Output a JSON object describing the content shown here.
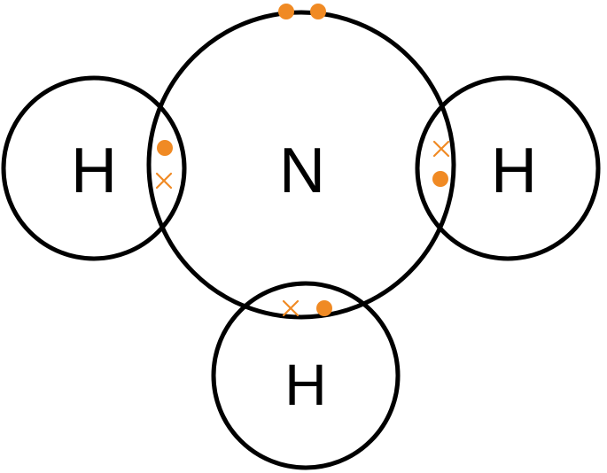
{
  "atoms": {
    "nitrogen": {
      "label": "N"
    },
    "hydrogen_left": {
      "label": "H"
    },
    "hydrogen_right": {
      "label": "H"
    },
    "hydrogen_bottom": {
      "label": "H"
    }
  },
  "colors": {
    "electron": "#f08a24",
    "shell": "#000000",
    "background": "#ffffff"
  },
  "electrons": {
    "lone_pair": [
      "dot",
      "dot"
    ],
    "bond_left": [
      "dot",
      "cross"
    ],
    "bond_right": [
      "cross",
      "dot"
    ],
    "bond_bottom": [
      "cross",
      "dot"
    ]
  }
}
